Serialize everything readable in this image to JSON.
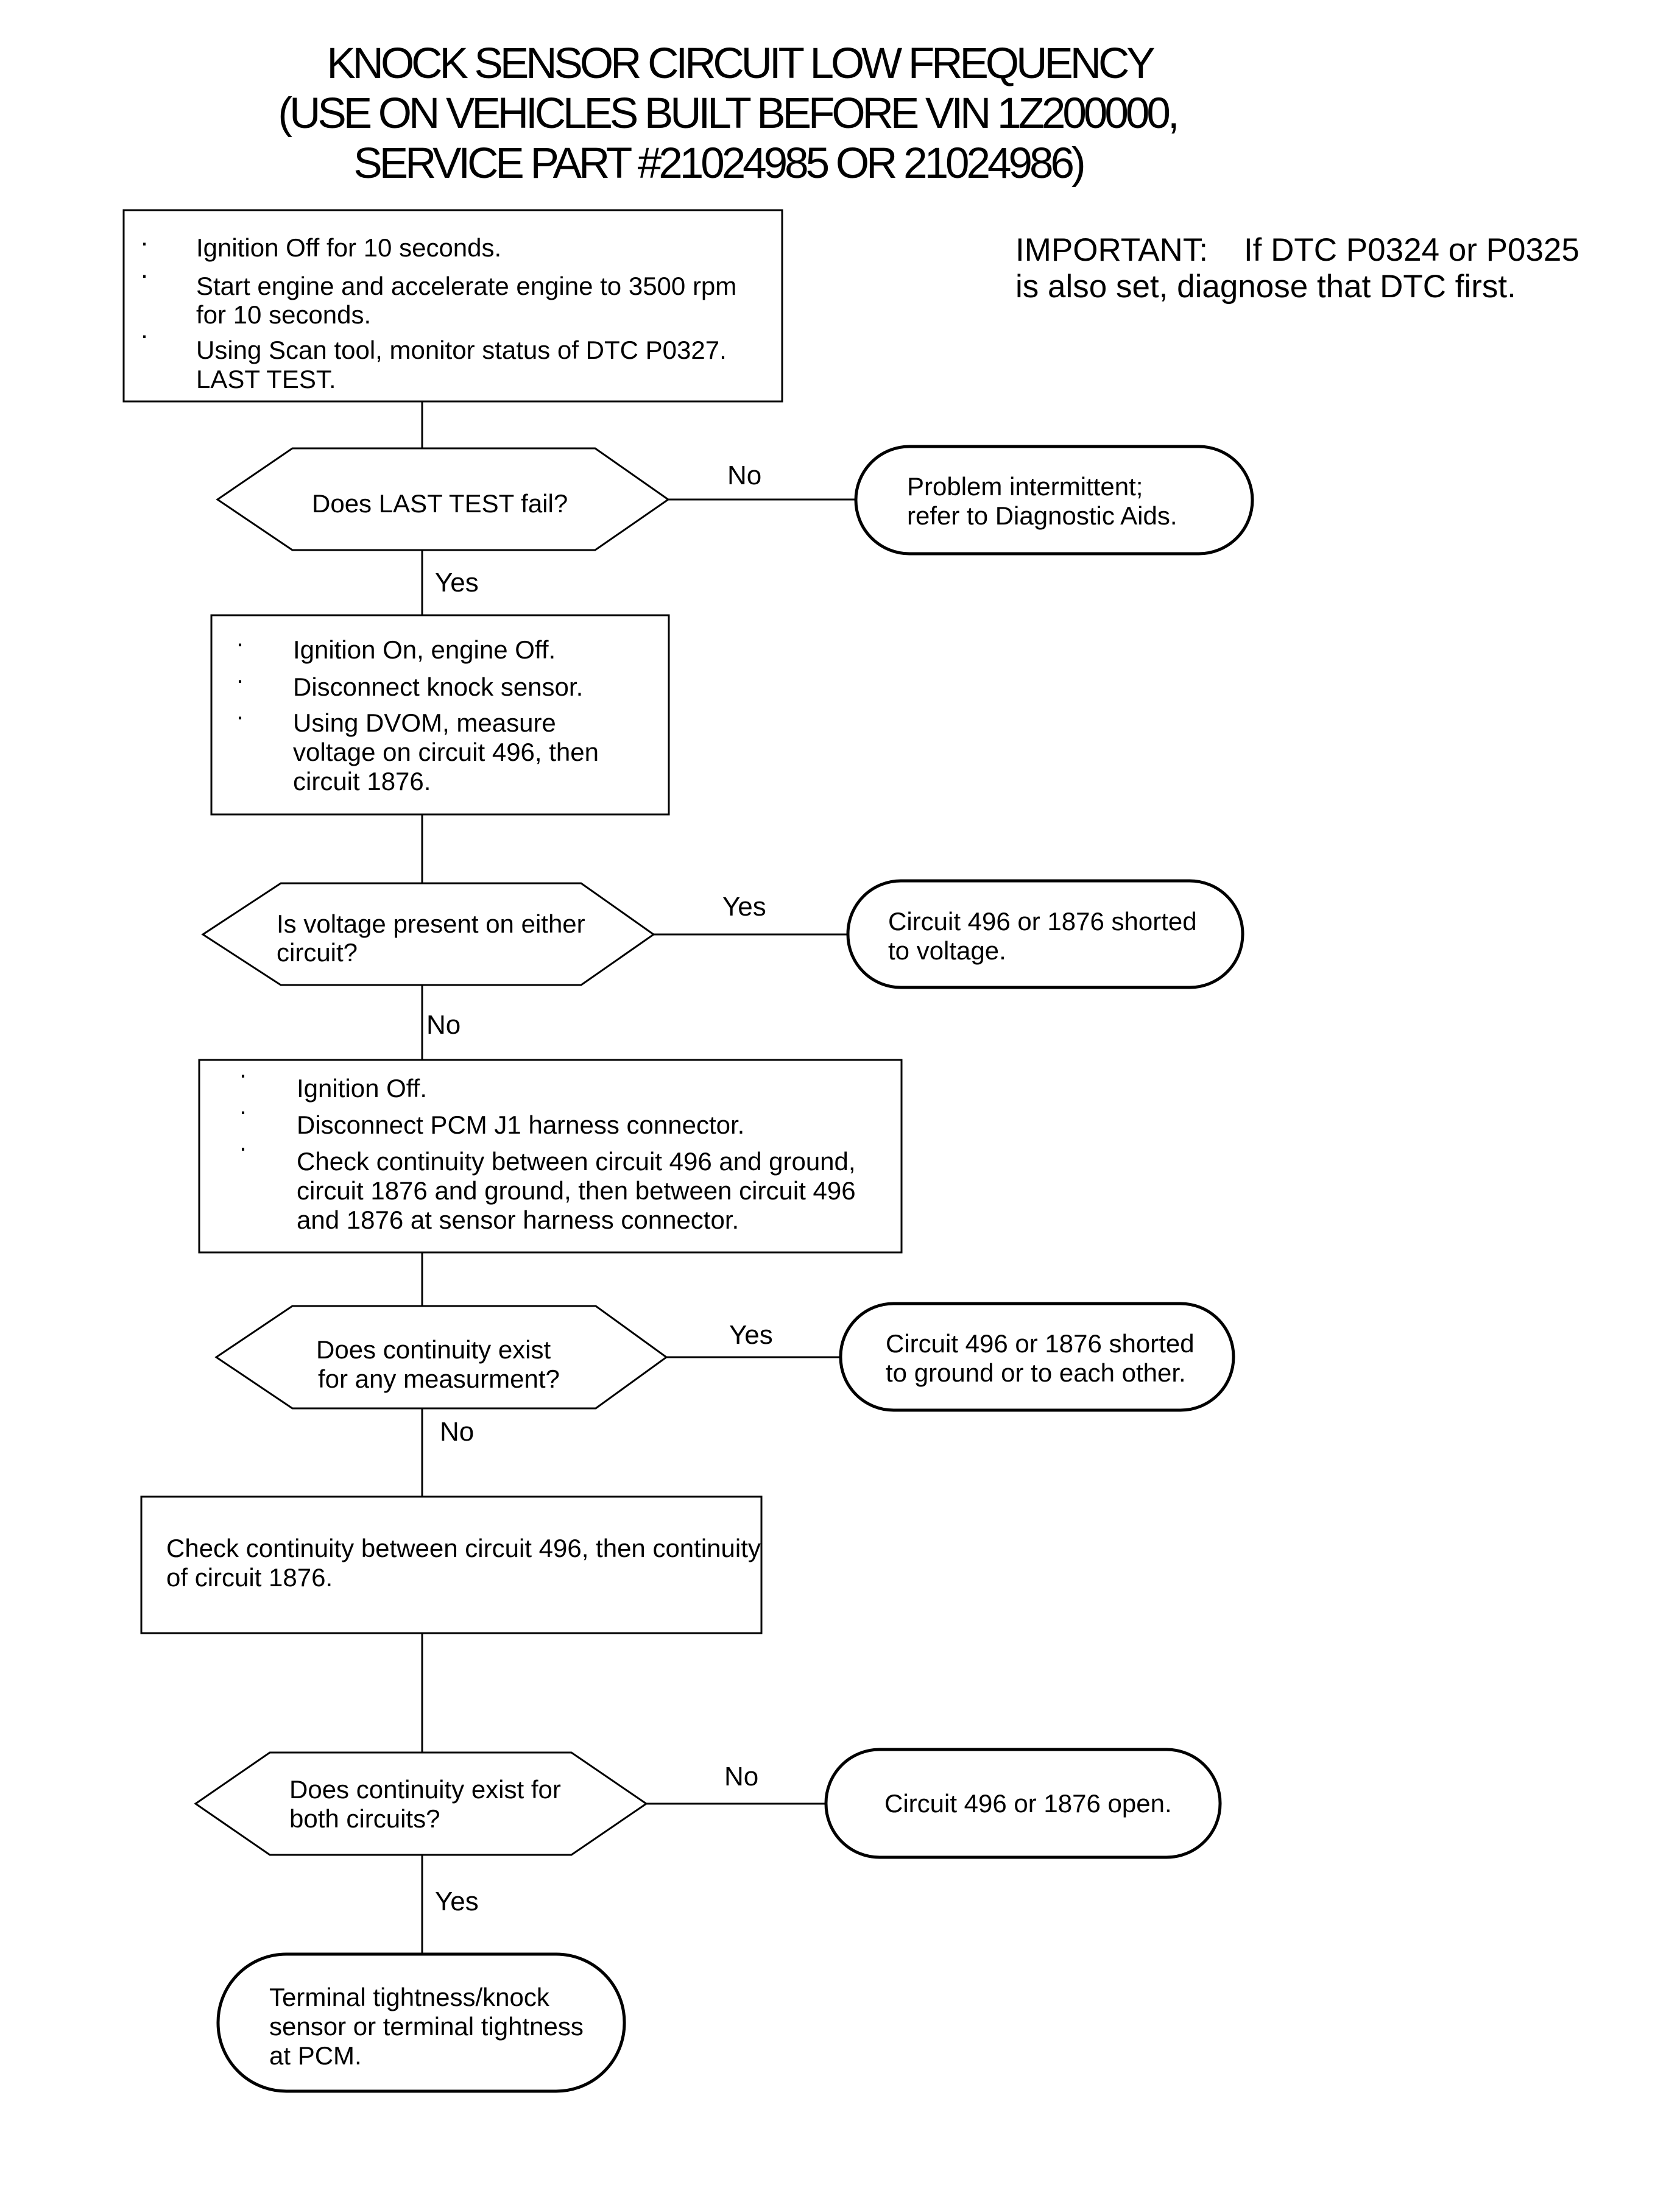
{
  "title": {
    "line1": "KNOCK SENSOR CIRCUIT LOW FREQUENCY",
    "line2": "(USE ON VEHICLES BUILT BEFORE VIN 1Z200000,",
    "line3": "SERVICE PART #21024985 OR 21024986)"
  },
  "important": {
    "line1": "IMPORTANT:    If DTC P0324 or P0325",
    "line2": "is also set, diagnose that DTC first."
  },
  "bullet": "·",
  "step1": {
    "b1": "Ignition Off for 10 seconds.",
    "b2a": "Start engine and accelerate engine to 3500 rpm",
    "b2b": "for 10 seconds.",
    "b3a": "Using Scan tool, monitor status of DTC P0327.",
    "b3b": "LAST TEST."
  },
  "decision1": {
    "text": "Does LAST TEST fail?",
    "no": "No",
    "yes": "Yes"
  },
  "result1": {
    "line1": "Problem intermittent;",
    "line2": "refer to Diagnostic Aids."
  },
  "step2": {
    "b1": "Ignition On, engine Off.",
    "b2": "Disconnect knock sensor.",
    "b3a": "Using DVOM, measure",
    "b3b": "voltage on circuit 496, then",
    "b3c": "circuit 1876."
  },
  "decision2": {
    "line1": "Is voltage present on either",
    "line2": "circuit?",
    "yes": "Yes",
    "no": "No"
  },
  "result2": {
    "line1": "Circuit 496 or 1876 shorted",
    "line2": "to voltage."
  },
  "step3": {
    "b1": "Ignition Off.",
    "b2": "Disconnect PCM J1 harness connector.",
    "b3a": "Check continuity between circuit 496 and ground,",
    "b3b": "circuit 1876 and ground, then between circuit 496",
    "b3c": "and 1876 at sensor harness connector."
  },
  "decision3": {
    "line1": "Does continuity exist",
    "line2": "for any measurment?",
    "yes": "Yes",
    "no": "No"
  },
  "result3": {
    "line1": "Circuit 496 or 1876 shorted",
    "line2": "to ground or to each other."
  },
  "step4": {
    "line1": "Check continuity between circuit 496, then continuity",
    "line2": "of circuit 1876."
  },
  "decision4": {
    "line1": "Does continuity exist for",
    "line2": "both circuits?",
    "no": "No",
    "yes": "Yes"
  },
  "result4": {
    "text": "Circuit 496 or 1876 open."
  },
  "final": {
    "line1": "Terminal tightness/knock",
    "line2": "sensor or terminal tightness",
    "line3": "at PCM."
  }
}
